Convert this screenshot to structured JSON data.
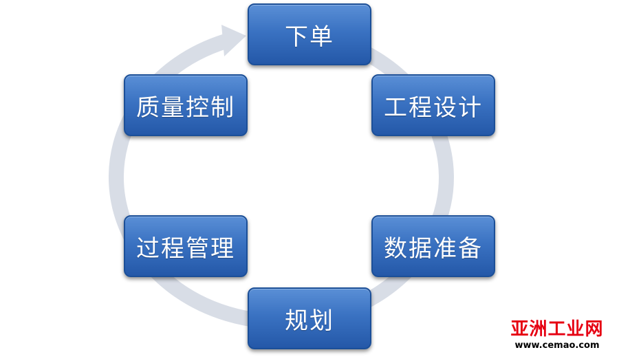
{
  "diagram": {
    "stages": {
      "order": "下单",
      "engineering_design": "工程设计",
      "data_preparation": "数据准备",
      "planning": "规划",
      "process_management": "过程管理",
      "quality_control": "质量控制"
    },
    "colors": {
      "box_fill": "#3a72c2",
      "box_border": "#1b4f98",
      "ring": "#d8dde6"
    }
  },
  "watermark": {
    "title": "亚洲工业网",
    "url": "www.cemao.com"
  }
}
